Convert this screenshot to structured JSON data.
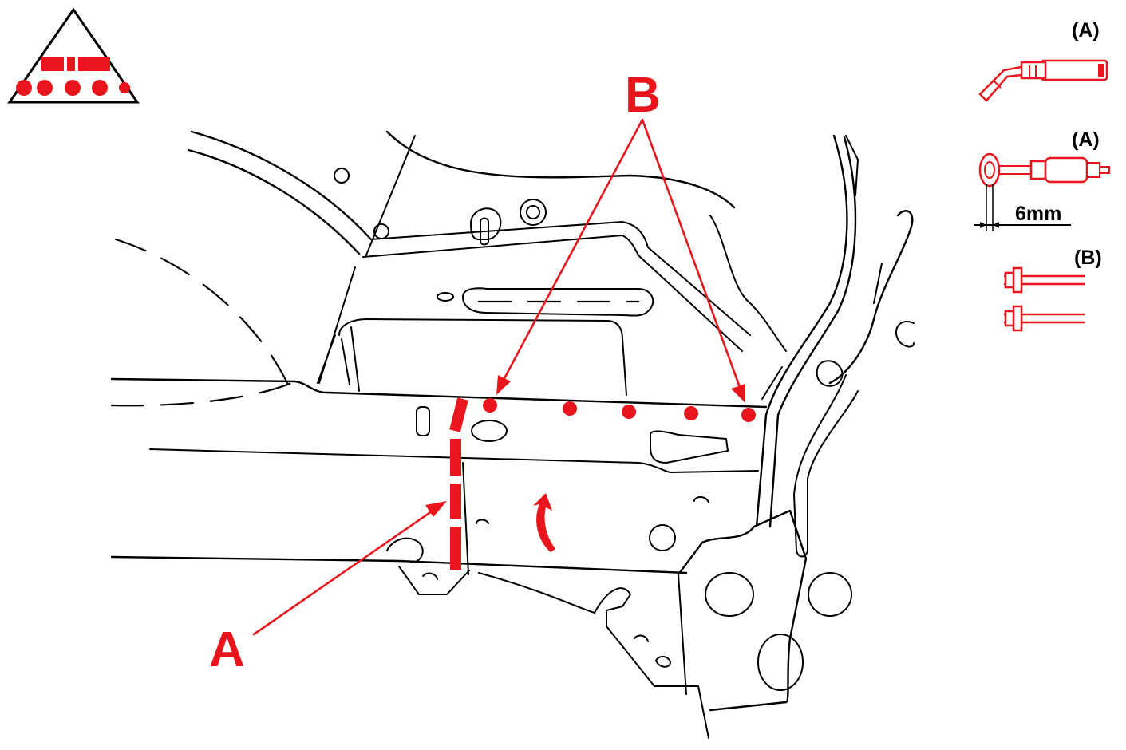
{
  "callouts": {
    "a": "A",
    "b": "B"
  },
  "legend": {
    "a1_label": "(A)",
    "a2_label": "(A)",
    "a2_dimension": "6mm",
    "b_label": "(B)"
  },
  "colors": {
    "accent": "#e8161c",
    "line": "#000000"
  },
  "icons": {
    "corner_symbol": "welding-warning-triangle-icon",
    "legend_a1": "air-saw-icon",
    "legend_a2": "spot-drill-icon",
    "legend_b": "spot-weld-plug-icon"
  }
}
